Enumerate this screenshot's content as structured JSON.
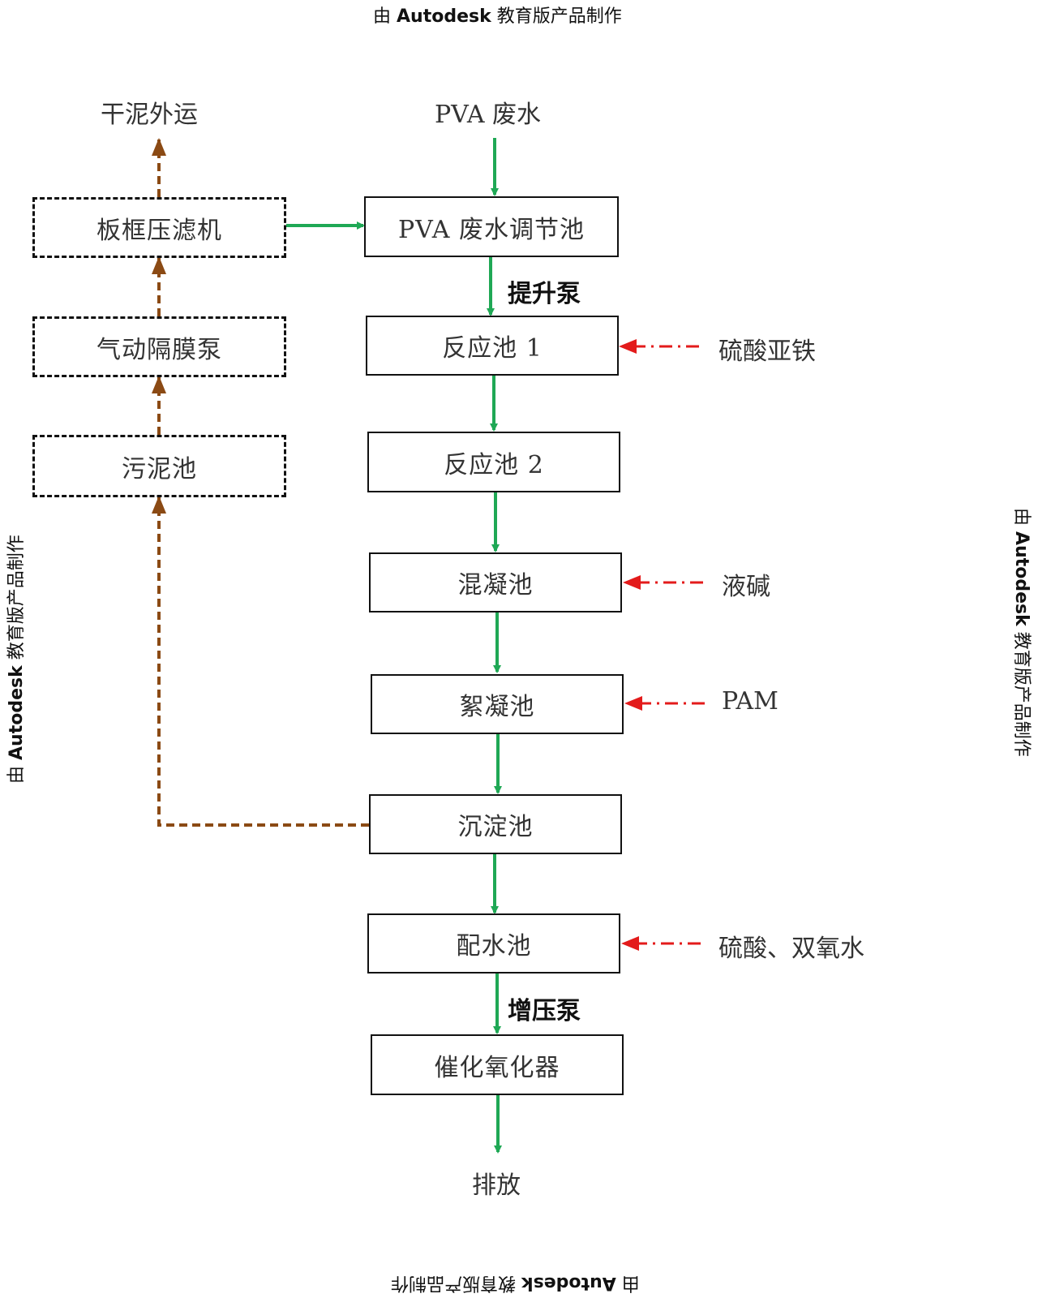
{
  "watermark": {
    "prefix": "由",
    "brand": "Autodesk",
    "suffix": "教育版产品制作"
  },
  "inputs": {
    "pva_wastewater": "PVA 废水"
  },
  "outputs": {
    "dry_sludge": "干泥外运",
    "discharge": "排放"
  },
  "process": {
    "regulating_tank": "PVA 废水调节池",
    "reaction_tank_1": "反应池 1",
    "reaction_tank_2": "反应池 2",
    "coagulation_tank": "混凝池",
    "flocculation_tank": "絮凝池",
    "sedimentation_tank": "沉淀池",
    "distribution_tank": "配水池",
    "catalytic_oxidizer": "催化氧化器"
  },
  "sludge_line": {
    "sludge_tank": "污泥池",
    "diaphragm_pump": "气动隔膜泵",
    "filter_press": "板框压滤机"
  },
  "pumps": {
    "lift_pump": "提升泵",
    "booster_pump": "增压泵"
  },
  "dosing": {
    "ferrous_sulfate": "硫酸亚铁",
    "liquid_alkali": "液碱",
    "pam": "PAM",
    "acid_peroxide": "硫酸、双氧水"
  },
  "colors": {
    "main_flow": "#1fa855",
    "sludge_flow": "#8b4a14",
    "dosing_flow": "#e31b1b",
    "box_border": "#111111"
  }
}
